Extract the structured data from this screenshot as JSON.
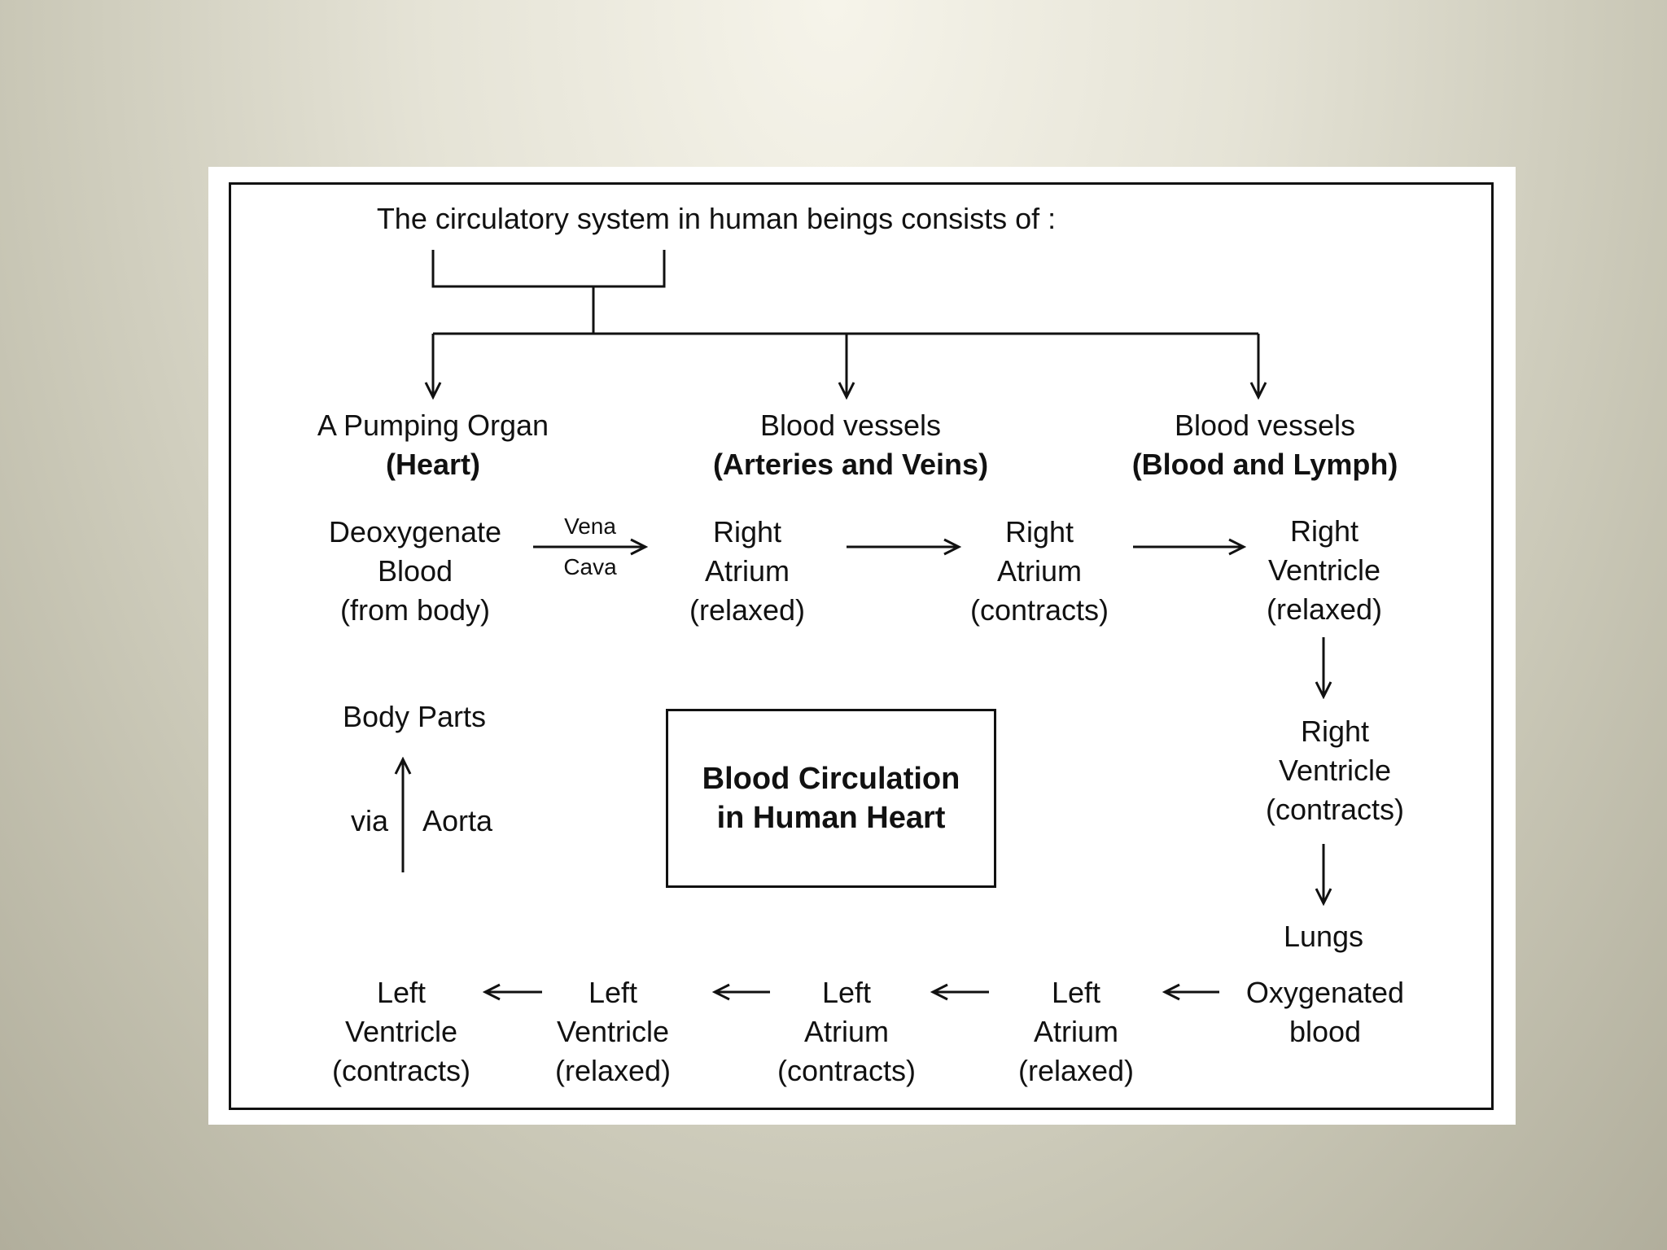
{
  "title": "The circulatory system in human beings consists of :",
  "components": [
    {
      "line1": "A Pumping Organ",
      "line2": "(Heart)"
    },
    {
      "line1": "Blood vessels",
      "line2": "(Arteries and Veins)"
    },
    {
      "line1": "Blood vessels",
      "line2": "(Blood and Lymph)"
    }
  ],
  "flow": {
    "deoxygenated": [
      "Deoxygenate",
      "Blood",
      "(from body)"
    ],
    "vena_cava": [
      "Vena",
      "Cava"
    ],
    "right_atrium_relaxed": [
      "Right",
      "Atrium",
      "(relaxed)"
    ],
    "right_atrium_contracts": [
      "Right",
      "Atrium",
      "(contracts)"
    ],
    "right_ventricle_relaxed": [
      "Right",
      "Ventricle",
      "(relaxed)"
    ],
    "right_ventricle_contracts": [
      "Right",
      "Ventricle",
      "(contracts)"
    ],
    "lungs": "Lungs",
    "oxygenated": [
      "Oxygenated",
      "blood"
    ],
    "left_atrium_relaxed": [
      "Left",
      "Atrium",
      "(relaxed)"
    ],
    "left_atrium_contracts": [
      "Left",
      "Atrium",
      "(contracts)"
    ],
    "left_ventricle_relaxed": [
      "Left",
      "Ventricle",
      "(relaxed)"
    ],
    "left_ventricle_contracts": [
      "Left",
      "Ventricle",
      "(contracts)"
    ],
    "body_parts": "Body Parts",
    "via": "via",
    "aorta": "Aorta"
  },
  "center_box": [
    "Blood Circulation",
    "in Human Heart"
  ]
}
